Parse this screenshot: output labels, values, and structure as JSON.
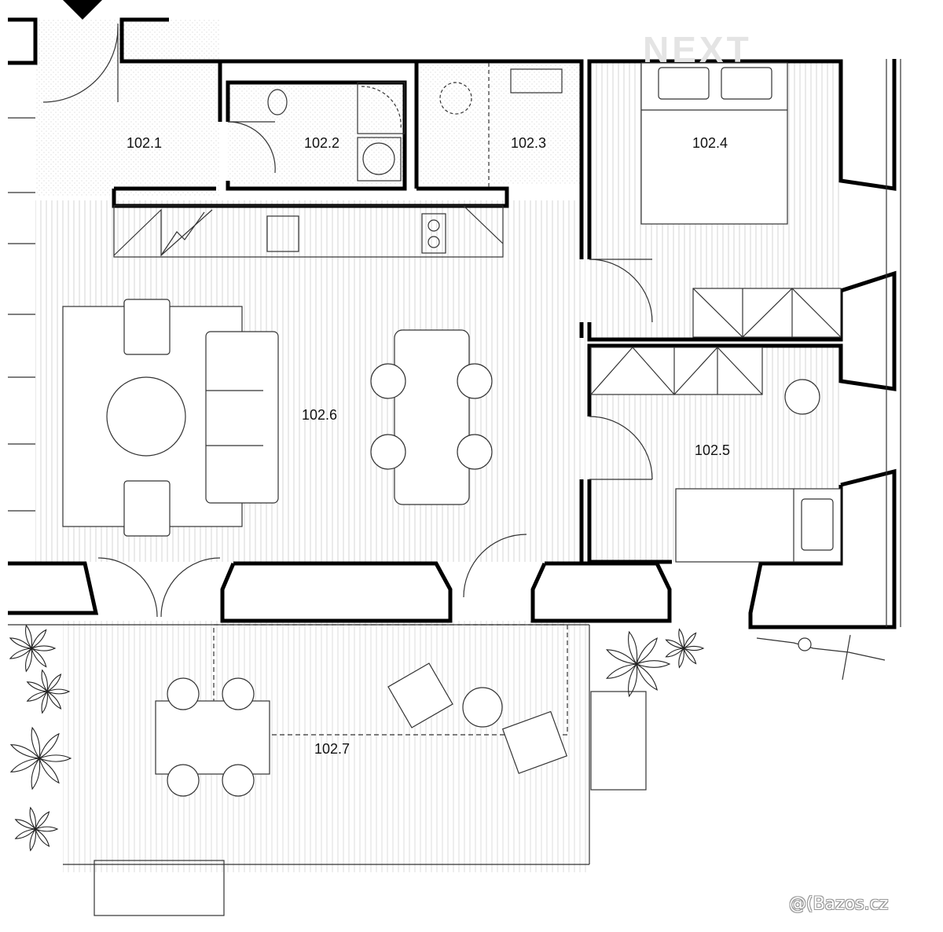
{
  "rooms": {
    "r1": "102.1",
    "r2": "102.2",
    "r3": "102.3",
    "r4": "102.4",
    "r5": "102.5",
    "r6": "102.6",
    "r7": "102.7"
  },
  "watermarks": {
    "logo": "NEXT",
    "site": "@(Bazos.cz"
  },
  "colors": {
    "wall": "#000000",
    "line": "#333333",
    "hatch": "#cfcfcf",
    "tile": "#f1f1f1",
    "plant": "#222222"
  }
}
